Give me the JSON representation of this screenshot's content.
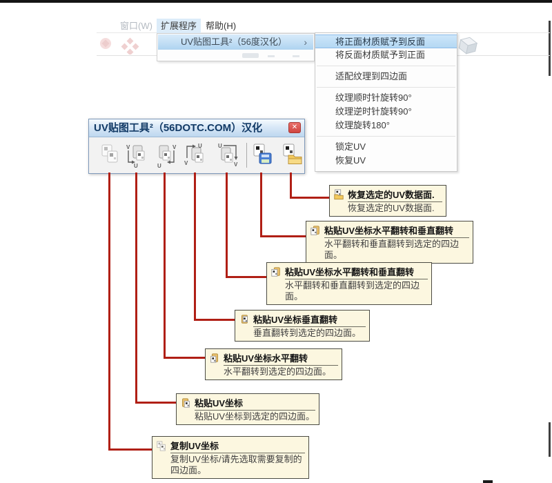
{
  "menubar": {
    "items": [
      {
        "label": "窗口(W)"
      },
      {
        "label": "扩展程序"
      },
      {
        "label": "帮助(H)"
      }
    ]
  },
  "extensions_menu": {
    "submenu_label": "UV贴图工具²（56度汉化）",
    "submenu_arrow": "›"
  },
  "flyout_menu": {
    "items": [
      "将正面材质赋予到反面",
      "将反面材质赋予到正面",
      "适配纹理到四边面",
      "纹理顺时针旋转90°",
      "纹理逆时针旋转90°",
      "纹理旋转180°",
      "锁定UV",
      "恢复UV"
    ],
    "highlighted_item": "将正面材质赋予到反面"
  },
  "tool_window": {
    "title": "UV贴图工具²（56DOTC.COM）汉化",
    "close_glyph": "✕"
  },
  "toolbar_glyphs": {
    "v": "V",
    "u": "U"
  },
  "callouts": [
    {
      "title": "恢复选定的UV数据面.",
      "desc": "恢复选定的UV数据面."
    },
    {
      "title": "粘贴UV坐标水平翻转和垂直翻转",
      "desc": "水平翻转和垂直翻转到选定的四边面。"
    },
    {
      "title": "粘贴UV坐标水平翻转和垂直翻转",
      "desc": "水平翻转和垂直翻转到选定的四边面。"
    },
    {
      "title": "粘贴UV坐标垂直翻转",
      "desc": "垂直翻转到选定的四边面。"
    },
    {
      "title": "粘贴UV坐标水平翻转",
      "desc": "水平翻转到选定的四边面。"
    },
    {
      "title": "粘贴UV坐标",
      "desc": "粘贴UV坐标到选定的四边面。"
    },
    {
      "title": "复制UV坐标",
      "desc": "复制UV坐标/请先选取需要复制的四边面。"
    }
  ],
  "colors": {
    "connector_red": "#b01f15",
    "callout_bg": "#fcf7e0",
    "menu_highlight": "#bdd8f3",
    "titlebar_text": "#123a66",
    "close_button": "#d9534f"
  }
}
